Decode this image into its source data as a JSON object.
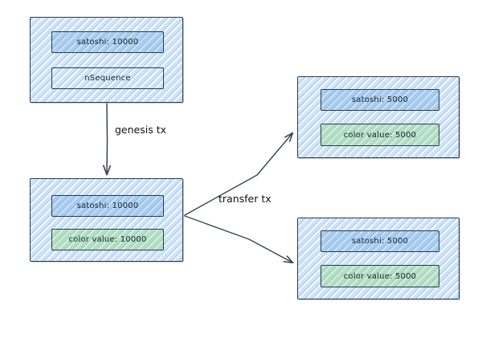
{
  "diagram": {
    "title": "colored coin genesis and transfer transaction flow",
    "background_color": "#ffffff",
    "stroke_color": "#2b3a4a",
    "box_fill_color": "#cfe3f7",
    "satoshi_fill_color": "#a7ccef",
    "color_value_fill_color": "#b2dec4"
  },
  "nodes": {
    "genesis_input": {
      "name": "genesis-input-tx",
      "fields": [
        {
          "key": "satoshi",
          "label": "satoshi: 10000",
          "style": "satoshi"
        },
        {
          "key": "nsequence",
          "label": "nSequence",
          "style": "plain"
        }
      ]
    },
    "genesis_output": {
      "name": "genesis-output-tx",
      "fields": [
        {
          "key": "satoshi",
          "label": "satoshi: 10000",
          "style": "satoshi"
        },
        {
          "key": "color_value",
          "label": "color value: 10000",
          "style": "color-value"
        }
      ]
    },
    "transfer_output_1": {
      "name": "transfer-output-tx-1",
      "fields": [
        {
          "key": "satoshi",
          "label": "satoshi: 5000",
          "style": "satoshi"
        },
        {
          "key": "color_value",
          "label": "color value: 5000",
          "style": "color-value"
        }
      ]
    },
    "transfer_output_2": {
      "name": "transfer-output-tx-2",
      "fields": [
        {
          "key": "satoshi",
          "label": "satoshi: 5000",
          "style": "satoshi"
        },
        {
          "key": "color_value",
          "label": "color value: 5000",
          "style": "color-value"
        }
      ]
    }
  },
  "edges": {
    "genesis": {
      "label": "genesis tx",
      "from": "genesis_input",
      "to": "genesis_output"
    },
    "transfer_top": {
      "label": "transfer tx",
      "from": "genesis_output",
      "to": "transfer_output_1"
    },
    "transfer_bottom": {
      "label": "",
      "from": "genesis_output",
      "to": "transfer_output_2"
    }
  }
}
